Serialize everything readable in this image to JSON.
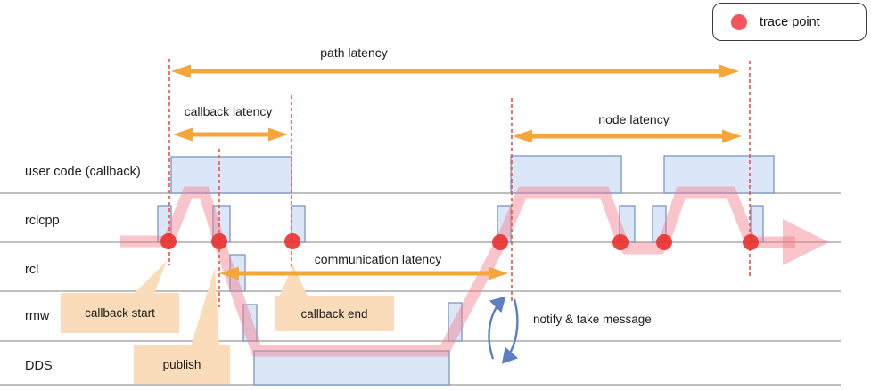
{
  "legend": {
    "label": "trace point",
    "icon": "trace-point-dot"
  },
  "lanes": [
    "user code (callback)",
    "rclcpp",
    "rcl",
    "rmw",
    "DDS"
  ],
  "annotations": {
    "path_latency": "path latency",
    "callback_latency": "callback latency",
    "node_latency": "node latency",
    "communication_latency": "communication latency",
    "notify": "notify & take message"
  },
  "callouts": {
    "callback_start": "callback start",
    "publish": "publish",
    "callback_end": "callback end"
  },
  "trace_point_count": 7,
  "colors": {
    "accent_orange": "#F4A63A",
    "trace_red": "#E9322D",
    "legend_red": "#F5555E",
    "path_pink": "#F47D8C",
    "box_blue_fill": "#DCE6F6",
    "box_blue_border": "#7A95C5",
    "callout_peach": "#FBDCBA",
    "notify_blue": "#5B7FC2",
    "dashed_red": "#F05A50",
    "lane_line_gray": "#999999"
  }
}
